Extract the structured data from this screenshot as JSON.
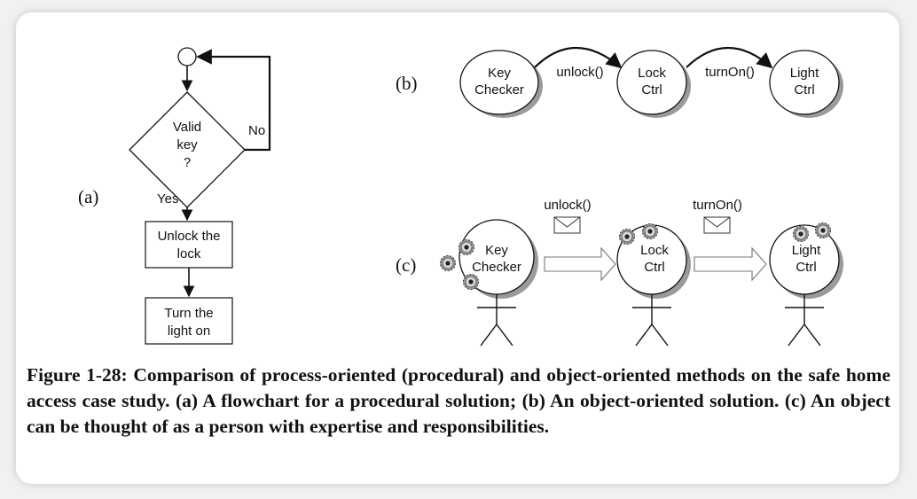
{
  "panel_a": {
    "label": "(a)",
    "decision": {
      "line1": "Valid",
      "line2": "key",
      "line3": "?"
    },
    "no_label": "No",
    "yes_label": "Yes",
    "box1": {
      "line1": "Unlock the",
      "line2": "lock"
    },
    "box2": {
      "line1": "Turn the",
      "line2": "light on"
    }
  },
  "panel_b": {
    "label": "(b)",
    "node1": {
      "line1": "Key",
      "line2": "Checker"
    },
    "node2": {
      "line1": "Lock",
      "line2": "Ctrl"
    },
    "node3": {
      "line1": "Light",
      "line2": "Ctrl"
    },
    "msg1": "unlock()",
    "msg2": "turnOn()"
  },
  "panel_c": {
    "label": "(c)",
    "person1": {
      "line1": "Key",
      "line2": "Checker"
    },
    "person2": {
      "line1": "Lock",
      "line2": "Ctrl"
    },
    "person3": {
      "line1": "Light",
      "line2": "Ctrl"
    },
    "msg1": "unlock()",
    "msg2": "turnOn()"
  },
  "caption": "Figure 1-28: Comparison of process-oriented (procedural) and object-oriented methods on the safe home access case study. (a) A flowchart for a procedural solution; (b) An object-oriented solution. (c) An object can be thought of as a person with expertise and responsibilities."
}
